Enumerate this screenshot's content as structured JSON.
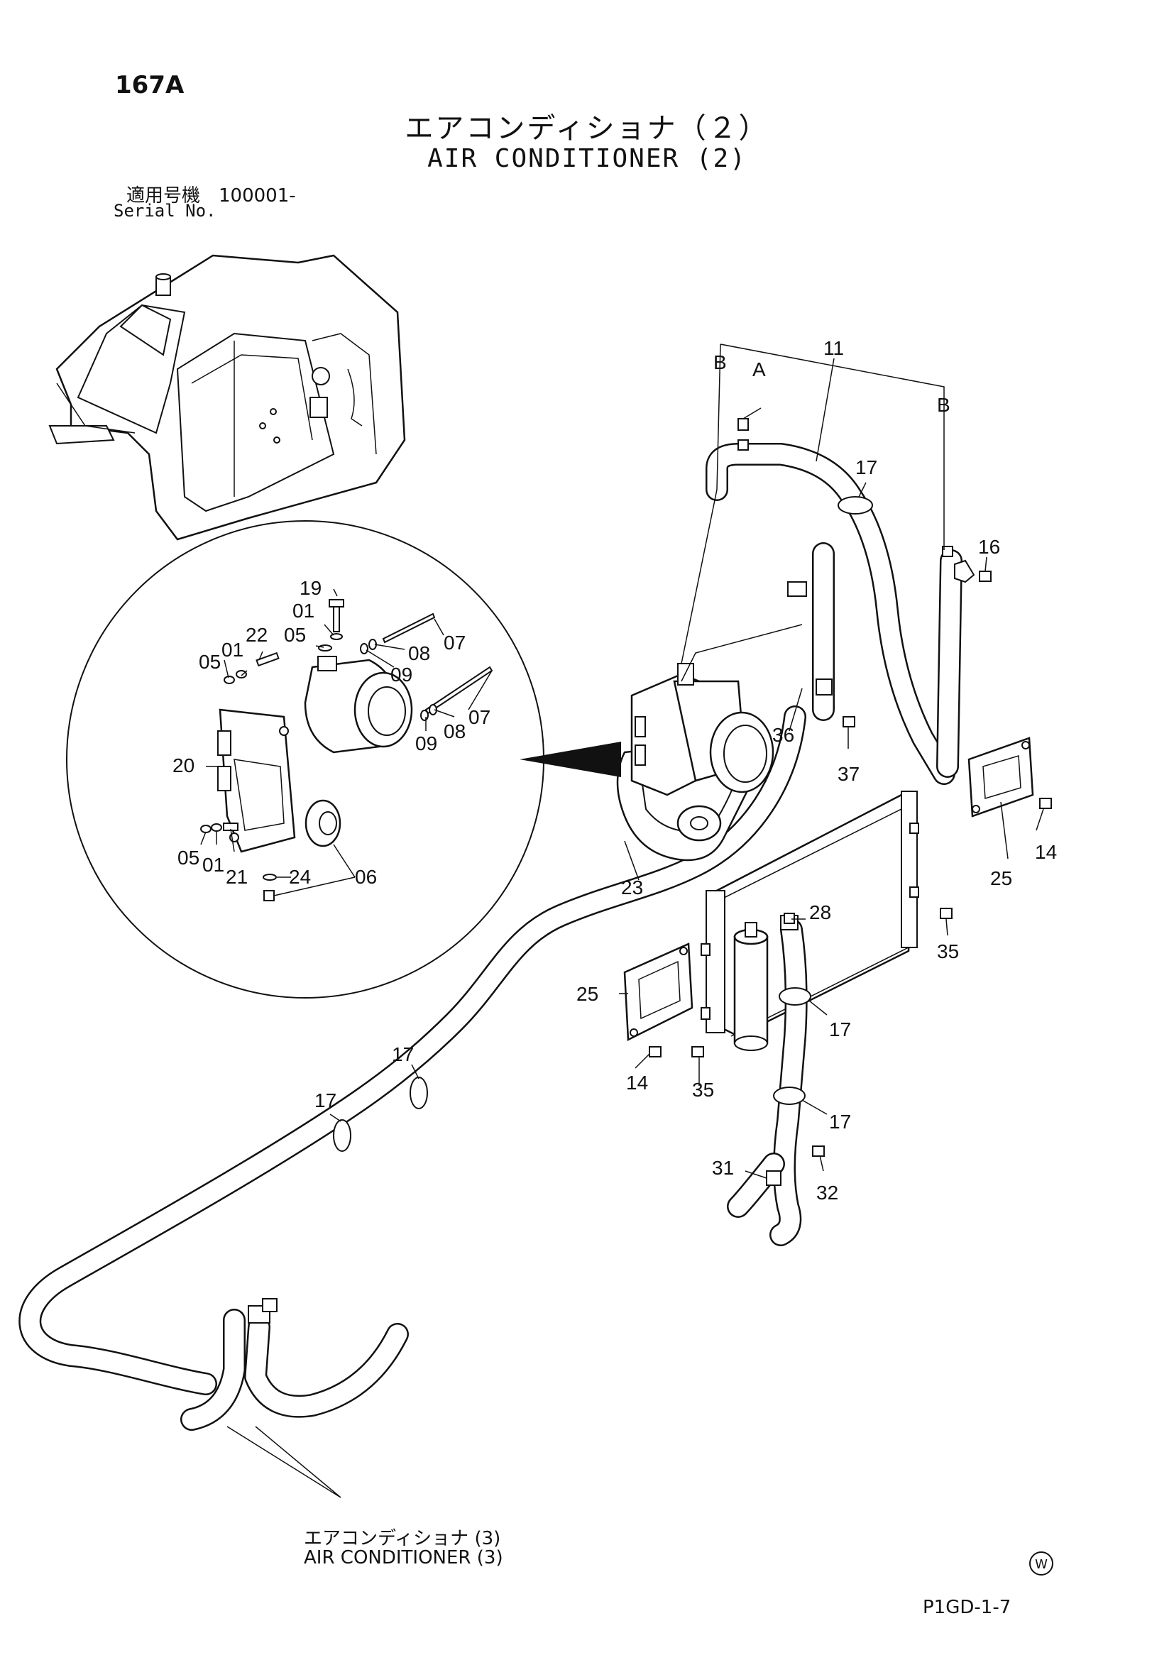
{
  "header": {
    "page_code": "167A",
    "title_jp": "エアコンディショナ（２）",
    "title_en": "AIR CONDITIONER (2)",
    "serial_label_jp": "適用号機　100001-",
    "serial_label_en": "Serial No."
  },
  "callouts": {
    "c11": "11",
    "cA": "A",
    "cB1": "B",
    "cB2": "B",
    "c17a": "17",
    "c16": "16",
    "c36": "36",
    "c37": "37",
    "c14a": "14",
    "c25a": "25",
    "c23": "23",
    "c28": "28",
    "c35a": "35",
    "c25b": "25",
    "c17b": "17",
    "c14b": "14",
    "c35b": "35",
    "c17c": "17",
    "c31": "31",
    "c32": "32",
    "c17d": "17",
    "c17e": "17",
    "d19": "19",
    "d01a": "01",
    "d05a": "05",
    "d07a": "07",
    "d08a": "08",
    "d09a": "09",
    "d22": "22",
    "d01b": "01",
    "d05b": "05",
    "d20": "20",
    "d07b": "07",
    "d08b": "08",
    "d09b": "09",
    "d05c": "05",
    "d01c": "01",
    "d21": "21",
    "d24": "24",
    "d06": "06"
  },
  "footer": {
    "xref_jp": "エアコンディショナ (3)",
    "xref_en": "AIR CONDITIONER (3)",
    "drawing_code": "P1GD-1-7",
    "mark": "W"
  }
}
